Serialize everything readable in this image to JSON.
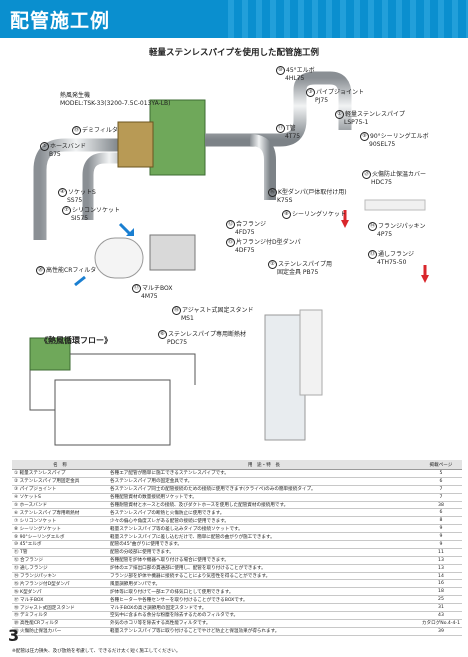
{
  "header": {
    "title": "配管施工例"
  },
  "diagram": {
    "title": "軽量ステンレスパイプを使用した配管施工例",
    "flow_title": "《熱風循環フロー》",
    "generator": {
      "line1": "熱風発生機",
      "line2": "MODEL:TSK-33(3200-7.5C-013YA-LB)"
    },
    "labels": [
      {
        "num": "⑩",
        "name": "45°エルボ",
        "code": "4HL75"
      },
      {
        "num": "③",
        "name": "パイプジョイント",
        "code": "PJ75"
      },
      {
        "num": "①",
        "name": "軽量ステンレスパイプ",
        "code": "LSP75-1"
      },
      {
        "num": "⑲",
        "name": "デミフィルタ",
        "code": ""
      },
      {
        "num": "⑤",
        "name": "ホースバンド",
        "code": "B75"
      },
      {
        "num": "⑪",
        "name": "T管",
        "code": "4T75"
      },
      {
        "num": "⑨",
        "name": "90°シーリングエルボ",
        "code": "90SEL75"
      },
      {
        "num": "④",
        "name": "ソケットS",
        "code": "SS75"
      },
      {
        "num": "㉑",
        "name": "火傷防止保温カバー",
        "code": "HDC75"
      },
      {
        "num": "⑯",
        "name": "K型ダンパ(戸体取付け用)",
        "code": "K75S"
      },
      {
        "num": "⑦",
        "name": "シリコンソケット",
        "code": "SI575"
      },
      {
        "num": "⑧",
        "name": "シーリングソケット",
        "code": ""
      },
      {
        "num": "⑫",
        "name": "合フランジ",
        "code": "4FD75"
      },
      {
        "num": "⑭",
        "name": "フランジパッキン",
        "code": "4P75"
      },
      {
        "num": "⑮",
        "name": "片フランジ付D型ダンパ",
        "code": "4DF75"
      },
      {
        "num": "⑬",
        "name": "通しフランジ",
        "code": "4TH75-50"
      },
      {
        "num": "⑳",
        "name": "高性能CRフィルタ",
        "code": ""
      },
      {
        "num": "②",
        "name": "ステンレスパイプ用",
        "code": "固定金具 PB75"
      },
      {
        "num": "⑰",
        "name": "マルチBOX",
        "code": "4M75"
      },
      {
        "num": "⑱",
        "name": "アジャスト式固定スタンド",
        "code": "MS1"
      },
      {
        "num": "⑥",
        "name": "ステンレスパイプ専用断熱材",
        "code": "PDC75"
      }
    ]
  },
  "table": {
    "headers": [
      "名　称",
      "用　途・特　長",
      "掲載ページ"
    ],
    "rows": [
      [
        "① 軽量ステンレスパイプ",
        "各種エア配管が簡単に施工できるステンレスパイプです。",
        "5"
      ],
      [
        "② ステンレスパイプ用固定金具",
        "各ステンレスパイプ用の固定金具です。",
        "6"
      ],
      [
        "③ パイプジョイント",
        "各ステンレスパイプ同士の配管接続のための接続に使用できます(クライペ)のみの簡単接続タイプ。",
        "7"
      ],
      [
        "④ ソケットS",
        "各種配管資材の数量接続用ソケットです。",
        "7"
      ],
      [
        "⑤ ホースバンド",
        "各種耐管資材とホースとの接続、及びダクトホースを使用した配管資材の接続用です。",
        "38"
      ],
      [
        "⑥ ステンレスパイプ専用断熱材",
        "各ステンレスパイプの断熱と火傷防止に使用できます。",
        "6"
      ],
      [
        "⑦ シリコンソケット",
        "少々の偏心や角度ズレがある配管の接続に使用できます。",
        "8"
      ],
      [
        "⑧ シーリングソケット",
        "軽量ステンレスパイプ等の差し込みタイプの接続ソケットです。",
        "9"
      ],
      [
        "⑨ 90°シーリングエルボ",
        "軽量ステンレスパイプに差し込むだけで、簡単に配管の曲がりが施工できます。",
        "9"
      ],
      [
        "⑩ 45°エルボ",
        "配管の45°曲がりに使用できます。",
        "9"
      ],
      [
        "⑪ T管",
        "配管の分岐部に使用できます。",
        "11"
      ],
      [
        "⑫ 合フランジ",
        "各種配管を炉体や機器へ取り付ける場合に使用できます。",
        "13"
      ],
      [
        "⑬ 通しフランジ",
        "炉体のエア排出口部の貫通部に使用し、配管を取り付けることができます。",
        "13"
      ],
      [
        "⑭ フランジパッキン",
        "フランジ部を炉体や機器に接続することにより気密性を得ることができます。",
        "14"
      ],
      [
        "⑮ 片フランジ付D型ダンパ",
        "風量調節用ダンパです。",
        "16"
      ],
      [
        "⑯ K型ダンパ",
        "炉体等に取り付けて一部エアの排気口として使用できます。",
        "18"
      ],
      [
        "⑰ マルチBOX",
        "各種ヒーターや各種センサーを取り付けることができるBOXです。",
        "25"
      ],
      [
        "⑱ アジャスト式固定スタンド",
        "マルチBOXの高さ調節用の固定スタンドです。",
        "31"
      ],
      [
        "⑲ デミフィルタ",
        "空気中に含まれる余分な粉塵を除去するためのフィルタです。",
        "43"
      ],
      [
        "⑳ 高性能CRフィルタ",
        "外気のホコリ等を除去する高性能フィルタです。",
        "カタログNo.4-4-1"
      ],
      [
        "㉑ 火傷防止保温カバー",
        "軽量ステンレスパイプ等に取り付けることでやけど防止と保温効果が得られます。",
        "39"
      ]
    ]
  },
  "footnote": "※配管は圧力損失、及び放熱を考慮して、できるだけ太く短く施工してください。",
  "page_number": "3",
  "colors": {
    "header_blue": "#0a8fcf",
    "arrow_blue": "#1a7fd1",
    "arrow_red": "#d9262b",
    "machine_green": "#6fa85a"
  }
}
